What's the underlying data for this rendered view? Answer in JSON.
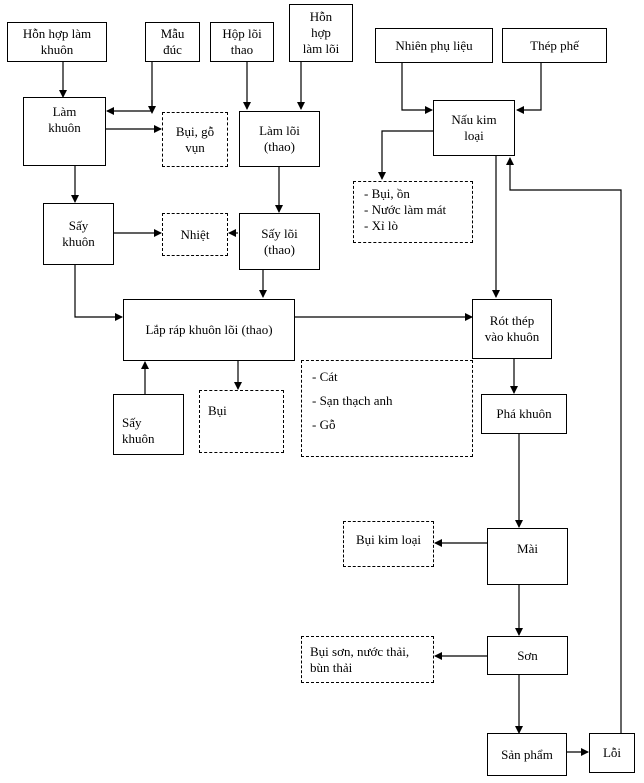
{
  "nodes": {
    "mold_mix": {
      "lines": [
        "Hỗn hợp làm",
        "khuôn"
      ]
    },
    "pattern": {
      "lines": [
        "Mẫu",
        "đúc"
      ]
    },
    "core_box": {
      "lines": [
        "Hộp lõi",
        "thao"
      ]
    },
    "core_mix": {
      "lines": [
        "Hỗn",
        "hợp",
        "làm lõi"
      ]
    },
    "auxiliary_fuel": {
      "lines": [
        "Nhiên phụ liệu"
      ]
    },
    "scrap_steel": {
      "lines": [
        "Thép phế"
      ]
    },
    "mold_making": {
      "lines": [
        "Làm",
        "khuôn"
      ]
    },
    "dust_wood_chips": {
      "lines": [
        "Bụi, gỗ",
        "vụn"
      ]
    },
    "core_making": {
      "lines": [
        "Làm lõi",
        "(thao)"
      ]
    },
    "metal_melting": {
      "lines": [
        "Nấu kim",
        "loại"
      ]
    },
    "melting_waste": {
      "lines": [
        "- Bụi, ồn",
        "- Nước làm mát",
        "- Xỉ lò"
      ]
    },
    "mold_drying": {
      "lines": [
        "Sấy",
        "khuôn"
      ]
    },
    "heat": {
      "lines": [
        "Nhiệt"
      ]
    },
    "core_drying": {
      "lines": [
        "Sấy lõi",
        "(thao)"
      ]
    },
    "assembly": {
      "lines": [
        "Lắp ráp khuôn lõi (thao)"
      ]
    },
    "pouring": {
      "lines": [
        "Rót thép",
        "vào khuôn"
      ]
    },
    "mold_drying_2": {
      "lines": [
        "Sấy",
        "khuôn"
      ]
    },
    "dust": {
      "lines": [
        "Bụi"
      ]
    },
    "shakeout_waste": {
      "lines": [
        "- Cát",
        "- Sạn thạch anh",
        "- Gỗ"
      ]
    },
    "shakeout": {
      "lines": [
        "Phá khuôn"
      ]
    },
    "metal_dust": {
      "lines": [
        "Bụi kim loại"
      ]
    },
    "grinding": {
      "lines": [
        "Mài"
      ]
    },
    "paint_waste": {
      "lines": [
        "Bụi sơn, nước thải,",
        "bùn thải"
      ]
    },
    "painting": {
      "lines": [
        "Sơn"
      ]
    },
    "product": {
      "lines": [
        "Sản phẩm"
      ]
    },
    "defect": {
      "lines": [
        "Lỗi"
      ]
    }
  }
}
